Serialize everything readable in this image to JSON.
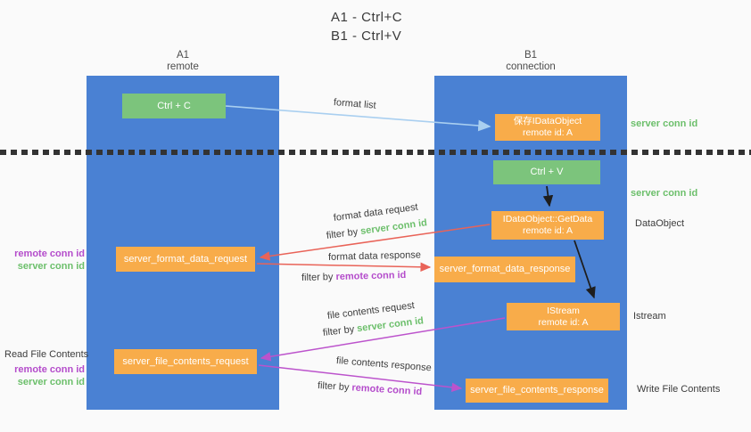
{
  "title": {
    "line1": "A1 - Ctrl+C",
    "line2": "B1 - Ctrl+V"
  },
  "columns": {
    "left": {
      "name": "A1",
      "subtitle": "remote"
    },
    "right": {
      "name": "B1",
      "subtitle": "connection"
    }
  },
  "boxes": {
    "ctrl_c": "Ctrl + C",
    "save_idataobject": {
      "line1": "保存IDataObject",
      "line2": "remote id: A"
    },
    "ctrl_v": "Ctrl + V",
    "getdata": {
      "line1": "IDataObject::GetData",
      "line2": "remote id: A"
    },
    "format_request": "server_format_data_request",
    "format_response": "server_format_data_response",
    "istream": {
      "line1": "IStream",
      "line2": "remote id: A"
    },
    "file_request": "server_file_contents_request",
    "file_response": "server_file_contents_response"
  },
  "arrow_labels": {
    "format_list": "format list",
    "format_data_request": "format data request",
    "format_data_response": "format data response",
    "file_contents_request": "file contents request",
    "file_contents_response": "file contents response",
    "filter_by": "filter by ",
    "server_conn_id": "server conn id",
    "remote_conn_id": "remote conn id"
  },
  "side_labels": {
    "server_conn_id_top": "server conn id",
    "server_conn_id_mid": "server conn id",
    "dataobject": "DataObject",
    "istream": "Istream",
    "write_file_contents": "Write File Contents",
    "read_file_contents": "Read File Contents",
    "remote_conn_id": "remote conn id",
    "server_conn_id": "server conn id"
  },
  "colors": {
    "column_blue": "#4a81d3",
    "box_green": "#7cc47c",
    "box_orange": "#f8ac4a",
    "arrow_lightblue": "#a9cff0",
    "arrow_red": "#e96358",
    "arrow_magenta": "#bc53cc",
    "arrow_black": "#1e1e1e",
    "text_green": "#6cbf6b",
    "text_purple": "#b44ccb"
  }
}
